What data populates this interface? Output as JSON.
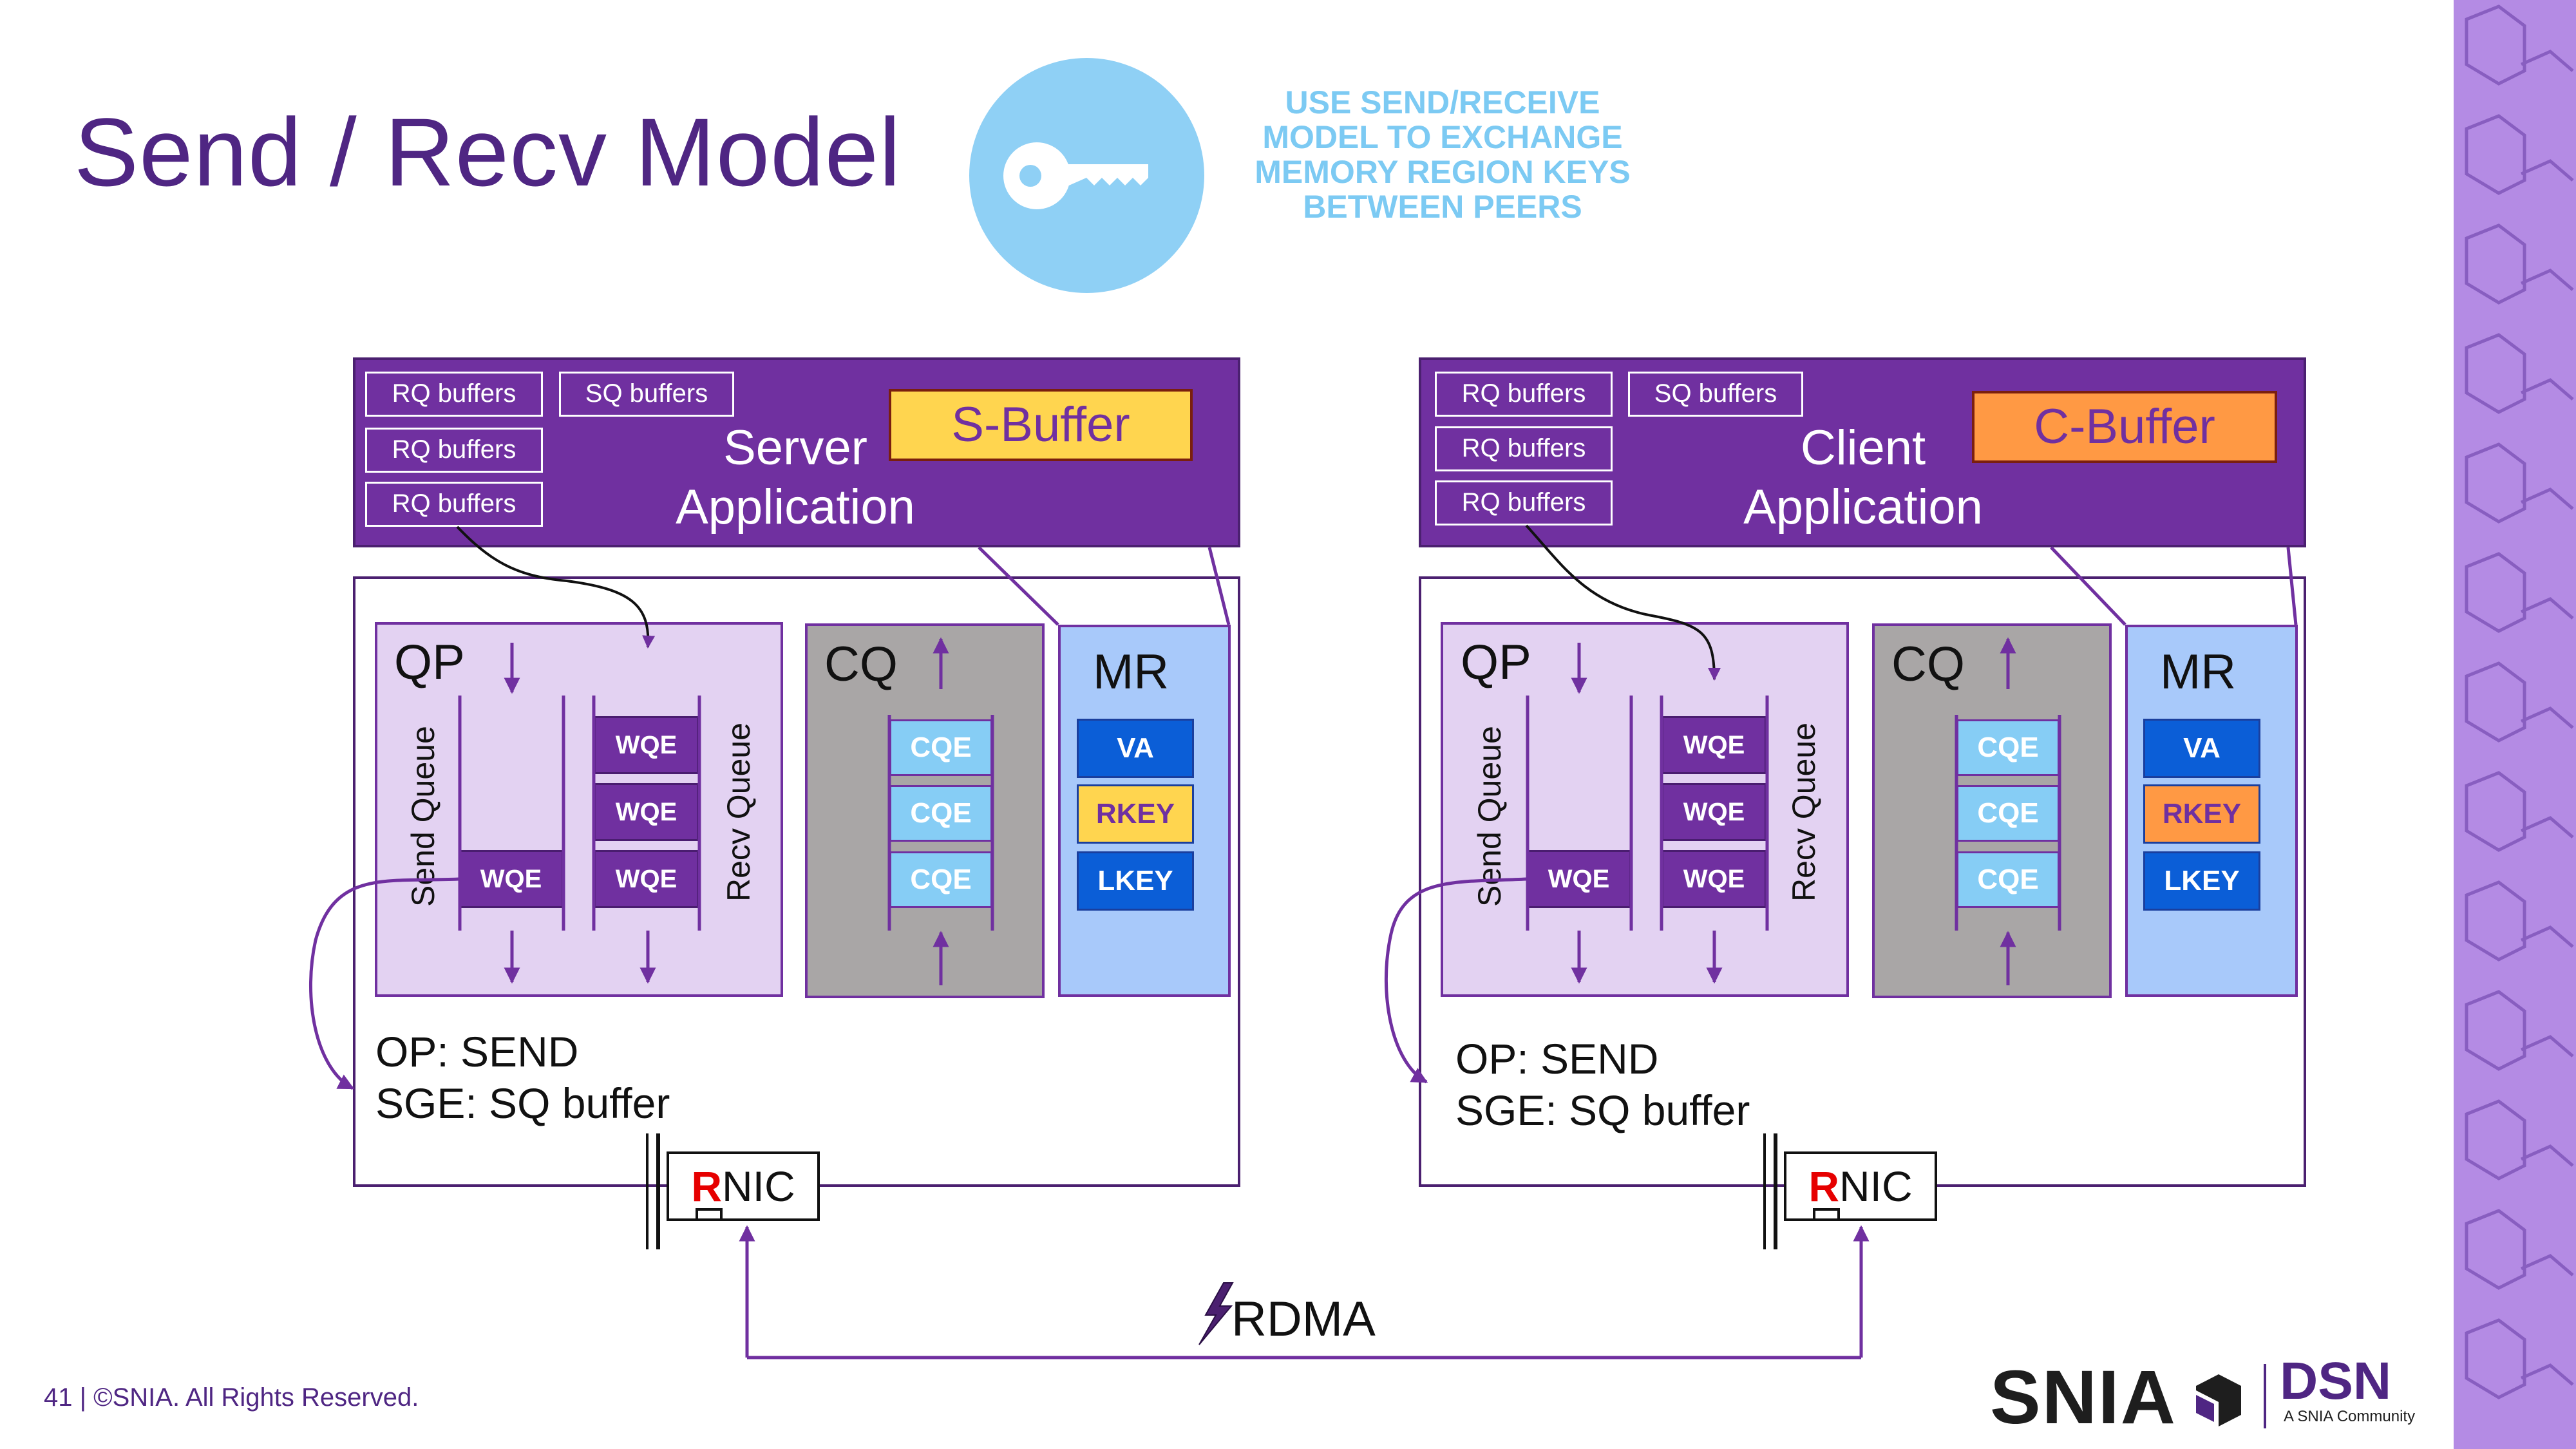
{
  "title": "Send / Recv Model",
  "tagline": [
    "USE SEND/RECEIVE",
    "MODEL TO EXCHANGE",
    "MEMORY REGION KEYS",
    "BETWEEN PEERS"
  ],
  "colors": {
    "purple": "#7030a0",
    "title_purple": "#4f2683",
    "light_blue": "#8fd0f5",
    "s_buffer": "#ffd54f",
    "c_buffer": "#ff9944",
    "qp_bg": "#e3d2f2",
    "cq_bg": "#a9a6a6",
    "mr_bg": "#a8c9fa",
    "key_blue": "#0b5ed7",
    "side_strip": "#b48be4"
  },
  "icons": {
    "key": "key-icon",
    "rdma": "lightning-icon",
    "snia_logo": "snia-cube-icon"
  },
  "server": {
    "rq_buffers": [
      "RQ buffers",
      "RQ buffers",
      "RQ buffers"
    ],
    "sq_buffers": "SQ buffers",
    "app_label_line1": "Server",
    "app_label_line2": "Application",
    "buffer": "S-Buffer",
    "qp": "QP",
    "send_queue": "Send Queue",
    "recv_queue": "Recv Queue",
    "send_wqe": [
      "WQE"
    ],
    "recv_wqe": [
      "WQE",
      "WQE",
      "WQE"
    ],
    "cq": "CQ",
    "cqe": [
      "CQE",
      "CQE",
      "CQE"
    ],
    "mr": "MR",
    "mr_keys": [
      "VA",
      "RKEY",
      "LKEY"
    ],
    "op_line1": "OP: SEND",
    "op_line2": "SGE: SQ buffer",
    "rnic_r": "R",
    "rnic_rest": "NIC"
  },
  "client": {
    "rq_buffers": [
      "RQ buffers",
      "RQ buffers",
      "RQ buffers"
    ],
    "sq_buffers": "SQ buffers",
    "app_label_line1": "Client",
    "app_label_line2": "Application",
    "buffer": "C-Buffer",
    "qp": "QP",
    "send_queue": "Send Queue",
    "recv_queue": "Recv Queue",
    "send_wqe": [
      "WQE"
    ],
    "recv_wqe": [
      "WQE",
      "WQE",
      "WQE"
    ],
    "cq": "CQ",
    "cqe": [
      "CQE",
      "CQE",
      "CQE"
    ],
    "mr": "MR",
    "mr_keys": [
      "VA",
      "RKEY",
      "LKEY"
    ],
    "op_line1": "OP: SEND",
    "op_line2": "SGE: SQ buffer",
    "rnic_r": "R",
    "rnic_rest": "NIC"
  },
  "rdma_label": "RDMA",
  "footer": "41 | ©SNIA. All Rights Reserved.",
  "logo": {
    "snia": "SNIA",
    "dsn": "DSN",
    "dsn_sub": "A SNIA Community"
  }
}
